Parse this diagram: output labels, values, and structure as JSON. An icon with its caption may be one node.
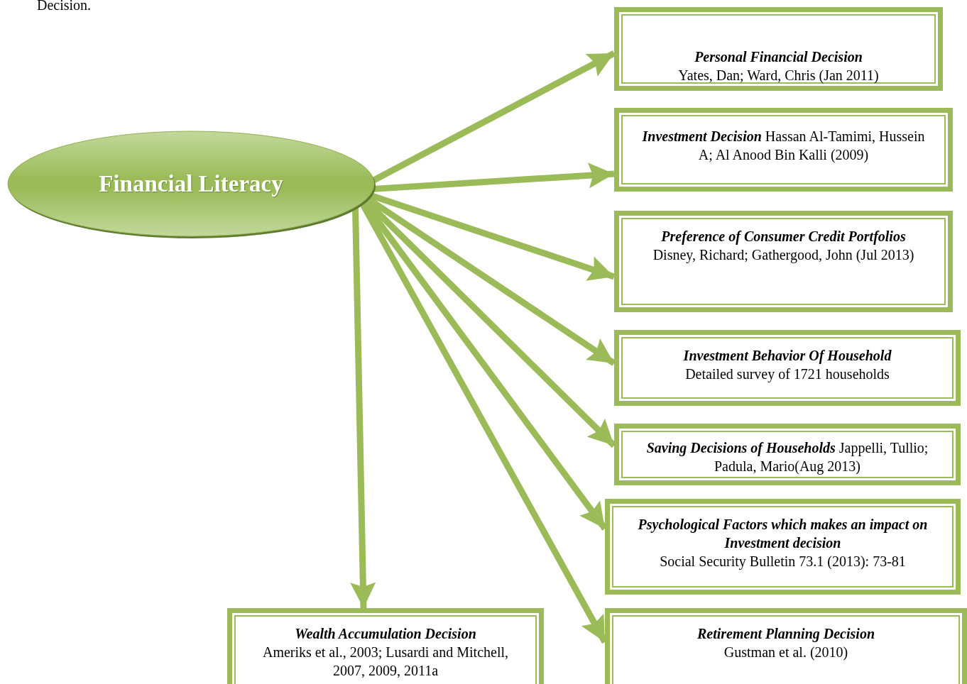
{
  "diagram": {
    "nodes": [
      {
        "text": [
          "Financial Literacy"
        ]
      },
      {
        "text": [
          "Personal Financial Decision",
          "Yates, Dan; Ward, Chris (Jan 2011)"
        ]
      },
      {
        "text": [
          "**Investment Decision** Hassan Al-Tamimi, Hussein A; Al Anood Bin Kalli (2009)"
        ]
      },
      {
        "text": [
          "Preference of Consumer Credit Portfolios",
          "Disney, Richard; Gathergood, John (Jul 2013)"
        ]
      },
      {
        "text": [
          "Investment Behavior Of Household",
          "Detailed survey of 1721  households"
        ]
      },
      {
        "text": [
          "**Saving Decisions of Households** Jappelli, Tullio; Padula, Mario(Aug 2013)"
        ]
      },
      {
        "text": [
          "Psychological Factors which makes an impact on Investment decision",
          "Social Security Bulletin 73.1 (2013): 73-81"
        ]
      },
      {
        "text": [
          "Retirement Planning Decision",
          "Gustman et al. (2010)"
        ]
      },
      {
        "text": [
          "Wealth Accumulation Decision",
          "Ameriks et al., 2003; Lusardi and Mitchell, 2007, 2009, 2011a"
        ]
      }
    ],
    "edges": [
      {
        "from": 0,
        "to": 1,
        "arrow": "to"
      },
      {
        "from": 0,
        "to": 2,
        "arrow": "to"
      },
      {
        "from": 0,
        "to": 3,
        "arrow": "to"
      },
      {
        "from": 0,
        "to": 4,
        "arrow": "to"
      },
      {
        "from": 0,
        "to": 5,
        "arrow": "to"
      },
      {
        "from": 0,
        "to": 6,
        "arrow": "to"
      },
      {
        "from": 0,
        "to": 7,
        "arrow": "to"
      },
      {
        "from": 0,
        "to": 8,
        "arrow": "to"
      }
    ],
    "labels": [
      "Decision."
    ]
  }
}
